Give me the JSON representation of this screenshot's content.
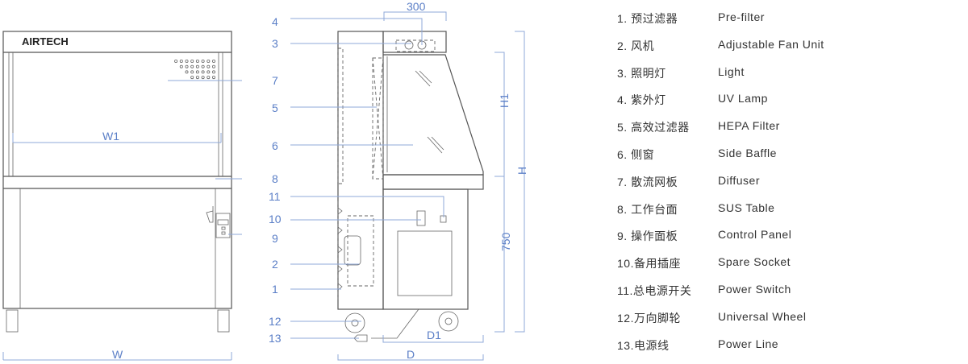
{
  "brand": "AIRTECH",
  "dimensions": {
    "w1": "W1",
    "w": "W",
    "d": "D",
    "d1": "D1",
    "h": "H",
    "h1": "H1",
    "h_table": "750",
    "top_depth": "300"
  },
  "callouts": [
    "1",
    "2",
    "3",
    "4",
    "5",
    "6",
    "7",
    "8",
    "9",
    "10",
    "11",
    "12",
    "13"
  ],
  "legend": [
    {
      "zh": "1.  预过滤器",
      "en": "Pre-filter"
    },
    {
      "zh": "2.  风机",
      "en": "Adjustable Fan Unit"
    },
    {
      "zh": "3.  照明灯",
      "en": "Light"
    },
    {
      "zh": "4.  紫外灯",
      "en": "UV Lamp"
    },
    {
      "zh": "5.  高效过滤器",
      "en": "HEPA Filter"
    },
    {
      "zh": "6.  侧窗",
      "en": "Side Baffle"
    },
    {
      "zh": "7.  散流网板",
      "en": "Diffuser"
    },
    {
      "zh": "8.  工作台面",
      "en": "SUS  Table"
    },
    {
      "zh": "9.  操作面板",
      "en": "Control Panel"
    },
    {
      "zh": "10.备用插座",
      "en": "Spare Socket"
    },
    {
      "zh": "11.总电源开关",
      "en": "Power Switch"
    },
    {
      "zh": "12.万向脚轮",
      "en": "Universal Wheel"
    },
    {
      "zh": "13.电源线",
      "en": "Power Line"
    }
  ]
}
